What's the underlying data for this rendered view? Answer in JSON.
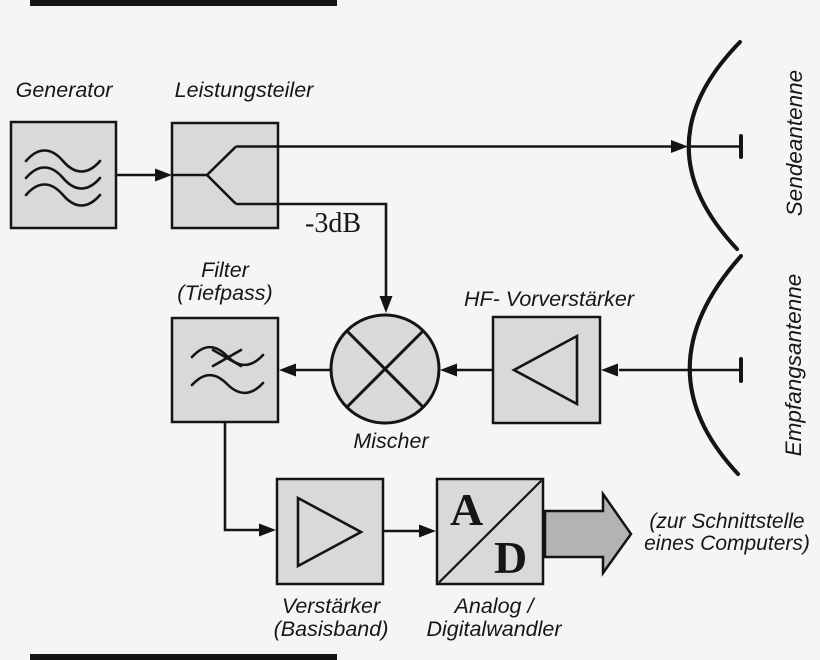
{
  "title": "Radar-Blockschaltbild (block diagram of a radar / microwave sensor front-end)",
  "colors": {
    "background": "#f5f5f5",
    "box_fill": "#d9d9d9",
    "big_arrow_fill": "#b3b3b3",
    "line": "#141414",
    "text": "#161616"
  },
  "labels": {
    "generator": "Generator",
    "leistungsteiler": "Leistungsteiler",
    "attenuation": "-3dB",
    "filter_line1": "Filter",
    "filter_line2": "(Tiefpass)",
    "mischer": "Mischer",
    "hf_vorverstaerker": "HF- Vorverstärker",
    "sendeantenne": "Sendeantenne",
    "empfangsantenne": "Empfangsantenne",
    "verstaerker_line1": "Verstärker",
    "verstaerker_line2": "(Basisband)",
    "adwandler_line1": "Analog /",
    "adwandler_line2": "Digitalwandler",
    "ad_letter_a": "A",
    "ad_letter_d": "D",
    "output_line1": "(zur Schnittstelle",
    "output_line2": "eines Computers)"
  },
  "icons": {
    "generator_symbol": "triple-sine-wave-icon",
    "leistungsteiler_symbol": "power-splitter-fork-icon",
    "filter_symbol": "lowpass-wave-crossed-icon",
    "mischer_symbol": "mixer-circle-x-icon",
    "amplifier_symbol": "triangle-amplifier-icon",
    "antenna_symbol": "parabolic-dish-with-feed-icon",
    "output_symbol": "fat-right-arrow-icon"
  }
}
